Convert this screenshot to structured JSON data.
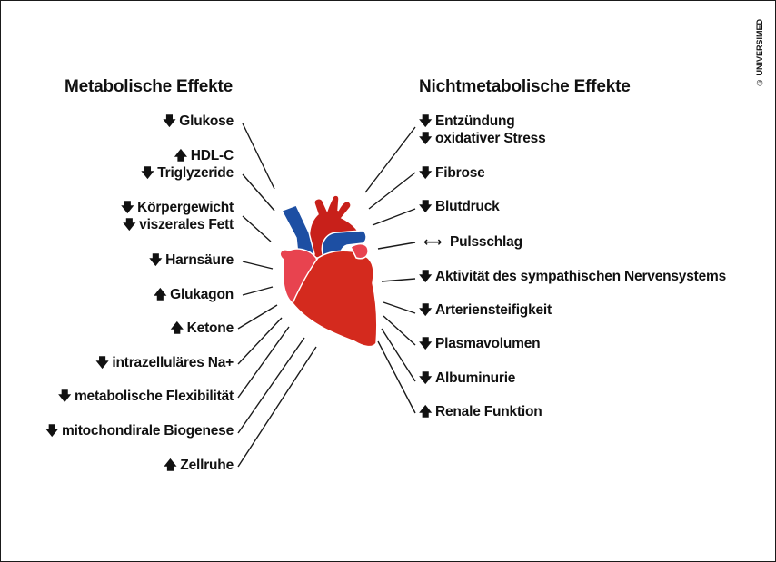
{
  "headings": {
    "left": "Metabolische Effekte",
    "right": "Nichtmetabolische Effekte"
  },
  "credit": "© UNIVERSIMED",
  "arrow_glyphs": {
    "down": "🡇",
    "up": "🡅",
    "both": "⟷"
  },
  "colors": {
    "heart_red": "#d42a1e",
    "heart_light": "#e8434f",
    "vessel_blue": "#1d4fa3",
    "vessel_red": "#c8201a"
  },
  "left_items": [
    {
      "lines": [
        {
          "dir": "down",
          "text": "Glukose"
        }
      ]
    },
    {
      "lines": [
        {
          "dir": "up",
          "text": "HDL-C"
        },
        {
          "dir": "down",
          "text": "Triglyzeride"
        }
      ]
    },
    {
      "lines": [
        {
          "dir": "down",
          "text": "Körpergewicht"
        },
        {
          "dir": "down",
          "text": "viszerales Fett"
        }
      ]
    },
    {
      "lines": [
        {
          "dir": "down",
          "text": "Harnsäure"
        }
      ]
    },
    {
      "lines": [
        {
          "dir": "up",
          "text": "Glukagon"
        }
      ]
    },
    {
      "lines": [
        {
          "dir": "up",
          "text": "Ketone"
        }
      ]
    },
    {
      "lines": [
        {
          "dir": "down",
          "text": "intrazelluläres Na+"
        }
      ]
    },
    {
      "lines": [
        {
          "dir": "down",
          "text": "metabolische Flexibilität"
        }
      ]
    },
    {
      "lines": [
        {
          "dir": "down",
          "text": "mitochondirale Biogenese"
        }
      ]
    },
    {
      "lines": [
        {
          "dir": "up",
          "text": "Zellruhe"
        }
      ]
    }
  ],
  "right_items": [
    {
      "lines": [
        {
          "dir": "down",
          "text": "Entzündung"
        },
        {
          "dir": "down",
          "text": "oxidativer Stress"
        }
      ]
    },
    {
      "lines": [
        {
          "dir": "down",
          "text": "Fibrose"
        }
      ]
    },
    {
      "lines": [
        {
          "dir": "down",
          "text": "Blutdruck"
        }
      ]
    },
    {
      "lines": [
        {
          "dir": "both",
          "text": "Pulsschlag"
        }
      ]
    },
    {
      "lines": [
        {
          "dir": "down",
          "text": "Aktivität des sympathischen Nervensystems"
        }
      ]
    },
    {
      "lines": [
        {
          "dir": "down",
          "text": "Arteriensteifigkeit"
        }
      ]
    },
    {
      "lines": [
        {
          "dir": "down",
          "text": "Plasmavolumen"
        }
      ]
    },
    {
      "lines": [
        {
          "dir": "down",
          "text": "Albuminurie"
        }
      ]
    },
    {
      "lines": [
        {
          "dir": "up",
          "text": "Renale Funktion"
        }
      ]
    }
  ]
}
